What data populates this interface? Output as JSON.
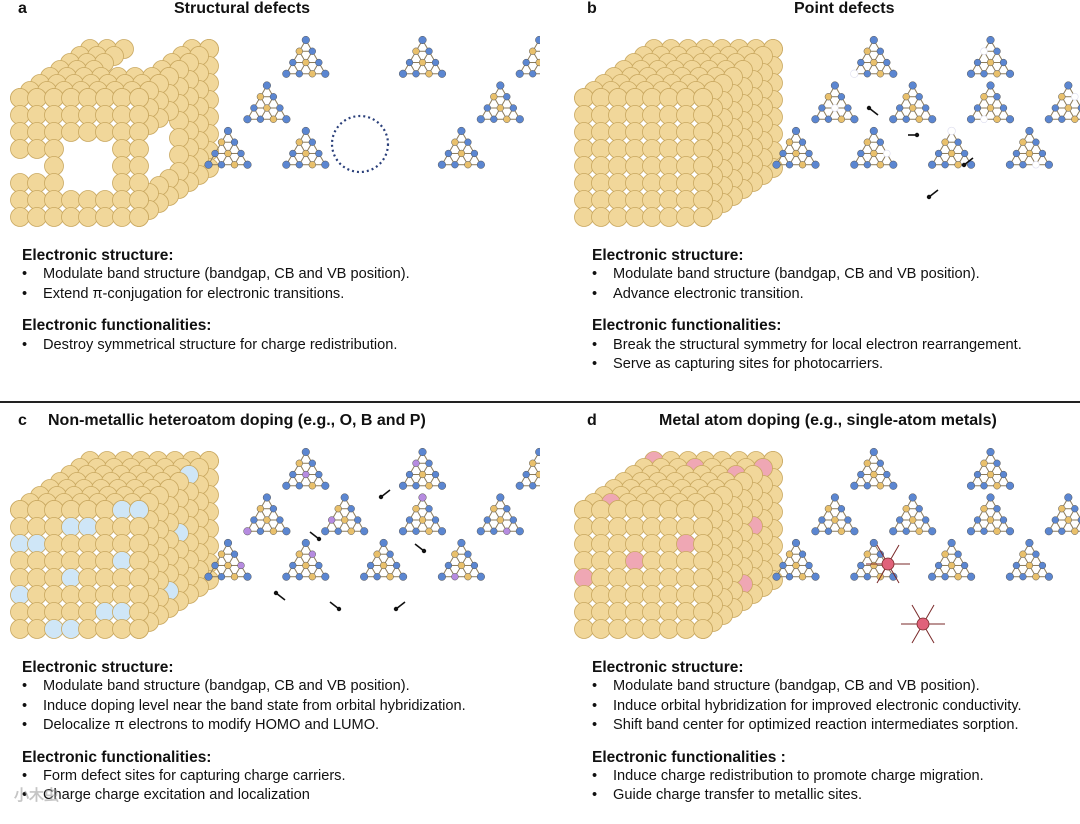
{
  "panels": [
    {
      "label": "a",
      "title": "Structural defects",
      "heading1": "Electronic structure:",
      "structure_points": [
        "Modulate band structure (bandgap, CB and VB position).",
        "Extend π-conjugation for electronic transitions."
      ],
      "heading2": "Electronic functionalities:",
      "function_points": [
        "Destroy symmetrical structure for charge redistribution."
      ]
    },
    {
      "label": "b",
      "title": "Point defects",
      "heading1": "Electronic structure:",
      "structure_points": [
        "Modulate band structure (bandgap, CB and VB position).",
        "Advance electronic transition."
      ],
      "heading2": "Electronic functionalities:",
      "function_points": [
        "Break the structural symmetry for local electron rearrangement.",
        "Serve as capturing sites for photocarriers."
      ]
    },
    {
      "label": "c",
      "title": "Non-metallic heteroatom doping (e.g., O, B and P)",
      "heading1": "Electronic structure:",
      "structure_points": [
        "Modulate band structure (bandgap, CB and VB position).",
        "Induce doping level near the band state from orbital hybridization.",
        "Delocalize π electrons to modify HOMO and LUMO."
      ],
      "heading2": "Electronic functionalities:",
      "function_points": [
        "Form defect sites for capturing charge carriers.",
        "Charge charge excitation and localization"
      ]
    },
    {
      "label": "d",
      "title": "Metal atom doping (e.g., single-atom metals)",
      "heading1": "Electronic structure:",
      "structure_points": [
        "Modulate band structure (bandgap, CB and VB position).",
        "Induce orbital hybridization for improved electronic conductivity.",
        "Shift band center for optimized reaction intermediates sorption."
      ],
      "heading2": "Electronic functionalities :",
      "function_points": [
        "Induce charge redistribution to promote charge migration.",
        "Guide charge transfer to metallic sites."
      ]
    }
  ],
  "watermark": "小木虫",
  "colors": {
    "atom": "#f1d79a",
    "atom_edge": "#c9a860",
    "carbon": "#e9c06b",
    "nitrogen": "#5b86d1",
    "bond": "#8a7a5a",
    "nonmetal_dopant": "#b68be0",
    "nonmetal_cube_dopant": "#cfe6f7",
    "metal_dopant": "#e0627a",
    "metal_cube_dopant": "#efa7b4"
  }
}
